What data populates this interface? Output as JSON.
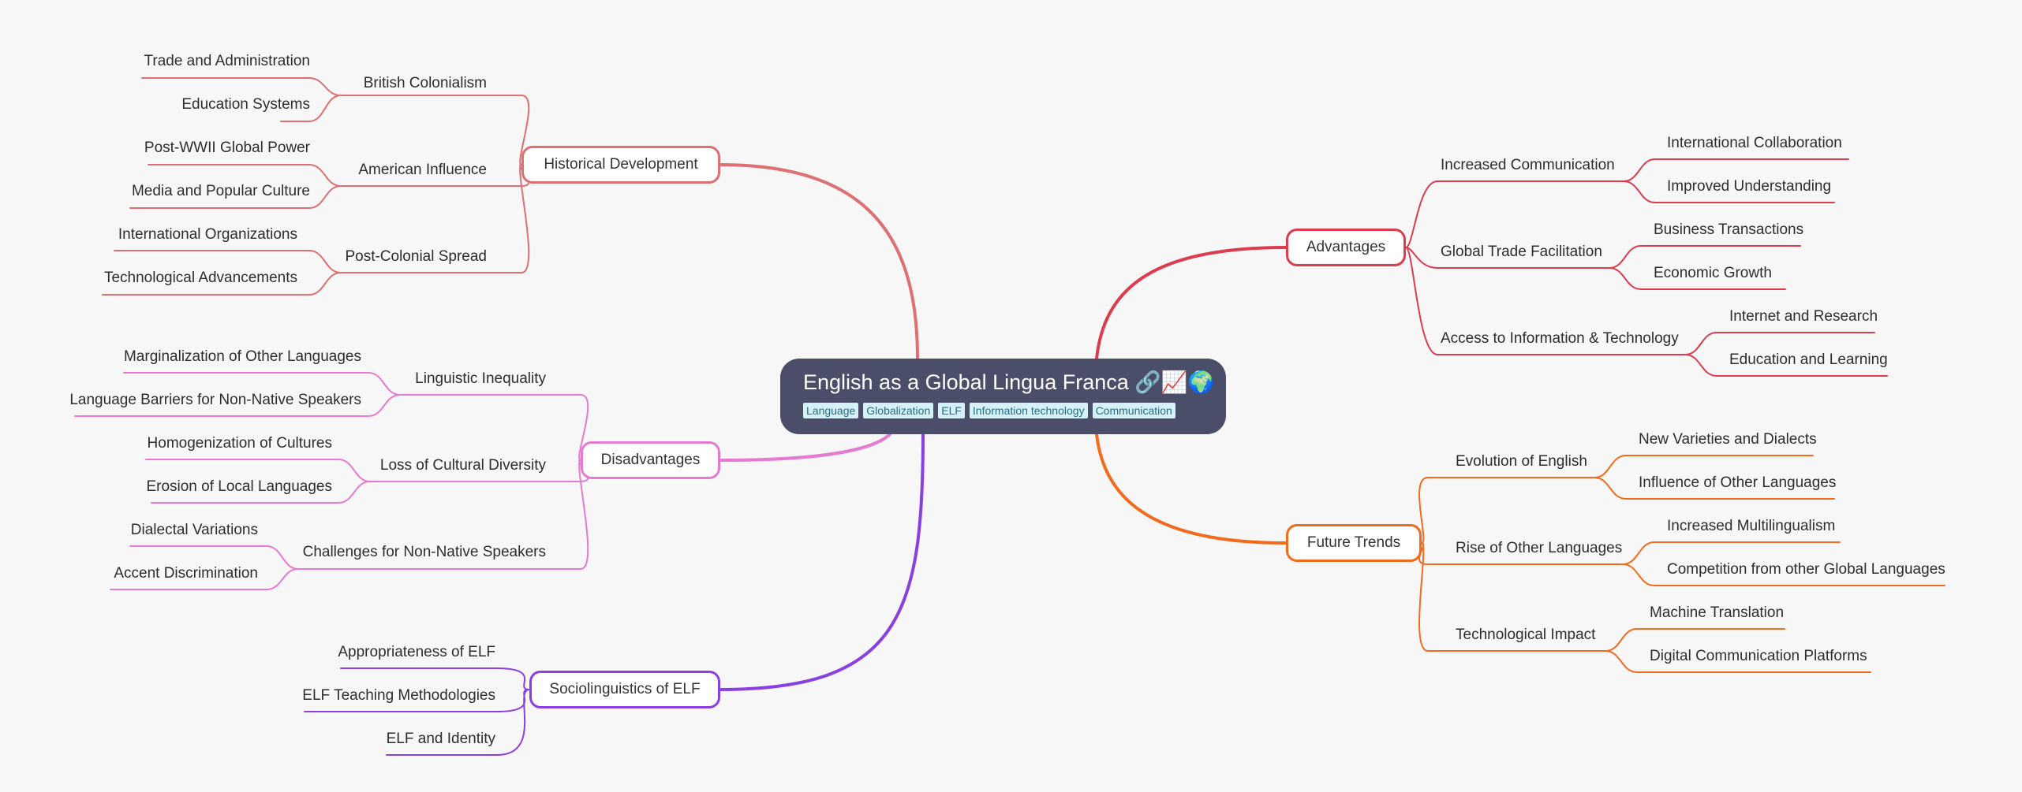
{
  "center": {
    "title": "English as a Global Lingua Franca",
    "emojis": "🔗📈🌍",
    "tags": [
      "Language",
      "Globalization",
      "ELF",
      "Information technology",
      "Communication"
    ]
  },
  "branches": {
    "historical": {
      "label": "Historical Development",
      "color": "#de6f72",
      "subs": [
        {
          "label": "British Colonialism",
          "leaves": [
            "Trade and Administration",
            "Education Systems"
          ]
        },
        {
          "label": "American Influence",
          "leaves": [
            "Post-WWII Global Power",
            "Media and Popular Culture"
          ]
        },
        {
          "label": "Post-Colonial Spread",
          "leaves": [
            "International Organizations",
            "Technological Advancements"
          ]
        }
      ]
    },
    "disadvantages": {
      "label": "Disadvantages",
      "color": "#e57bd0",
      "subs": [
        {
          "label": "Linguistic Inequality",
          "leaves": [
            "Marginalization of Other Languages",
            "Language Barriers for Non-Native Speakers"
          ]
        },
        {
          "label": "Loss of Cultural Diversity",
          "leaves": [
            "Homogenization of Cultures",
            "Erosion of Local Languages"
          ]
        },
        {
          "label": "Challenges for Non-Native Speakers",
          "leaves": [
            "Dialectal Variations",
            "Accent Discrimination"
          ]
        }
      ]
    },
    "socio": {
      "label": "Sociolinguistics of ELF",
      "color": "#8a3fe0",
      "leaves": [
        "Appropriateness of ELF",
        "ELF Teaching Methodologies",
        "ELF and Identity"
      ]
    },
    "advantages": {
      "label": "Advantages",
      "color": "#dc3c4e",
      "subs": [
        {
          "label": "Increased Communication",
          "leaves": [
            "International Collaboration",
            "Improved Understanding"
          ]
        },
        {
          "label": "Global Trade Facilitation",
          "leaves": [
            "Business Transactions",
            "Economic Growth"
          ]
        },
        {
          "label": "Access to Information & Technology",
          "leaves": [
            "Internet and Research",
            "Education and Learning"
          ]
        }
      ]
    },
    "future": {
      "label": "Future Trends",
      "color": "#f26b1d",
      "subs": [
        {
          "label": "Evolution of English",
          "leaves": [
            "New Varieties and Dialects",
            "Influence of Other Languages"
          ]
        },
        {
          "label": "Rise of Other Languages",
          "leaves": [
            "Increased Multilingualism",
            "Competition from other Global Languages"
          ]
        },
        {
          "label": "Technological Impact",
          "leaves": [
            "Machine Translation",
            "Digital Communication Platforms"
          ]
        }
      ]
    }
  }
}
